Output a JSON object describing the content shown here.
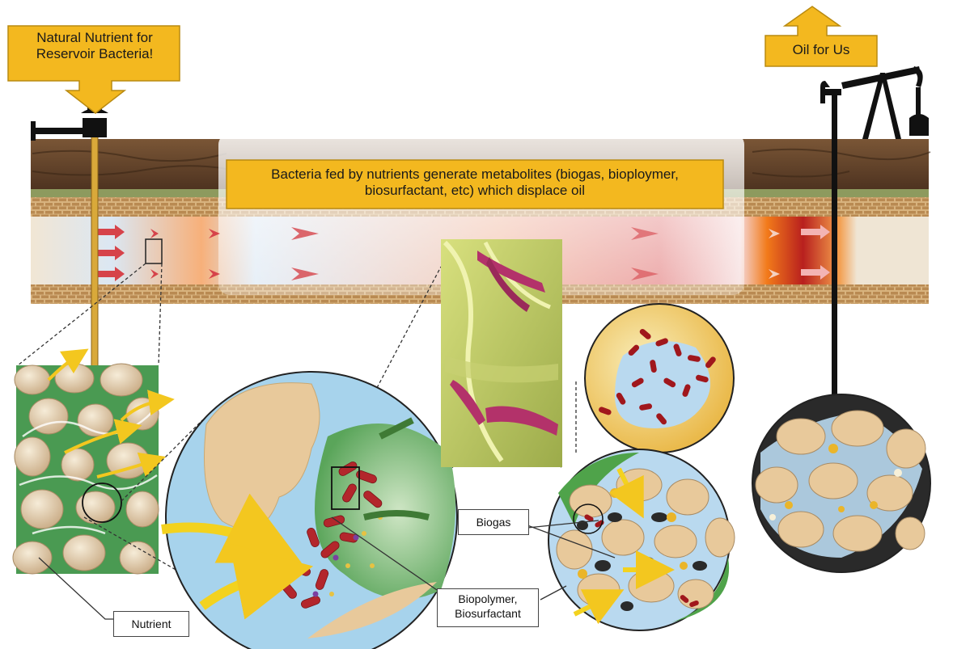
{
  "labels": {
    "nutrient_callout": "Natural Nutrient for Reservoir Bacteria!",
    "oil_callout": "Oil for Us",
    "main_banner": "Bacteria fed by nutrients generate metabolites (biogas, bioploymer, biosurfactant, etc) which displace oil",
    "nutrient": "Nutrient",
    "biogas": "Biogas",
    "biopolymer": "Biopolymer, Biosurfactant"
  },
  "colors": {
    "callout_yellow": "#f3b81f",
    "soil_brown": "#6b4a2e",
    "brick": "#c9a06a",
    "water_blue": "#b9d9ef",
    "oil_red": "#c5252a",
    "bacteria_red": "#b3262c",
    "grain_tan": "#e9c99b",
    "biofilm_green": "#3f9a3c",
    "pipe_yellow": "#e0b23a"
  }
}
